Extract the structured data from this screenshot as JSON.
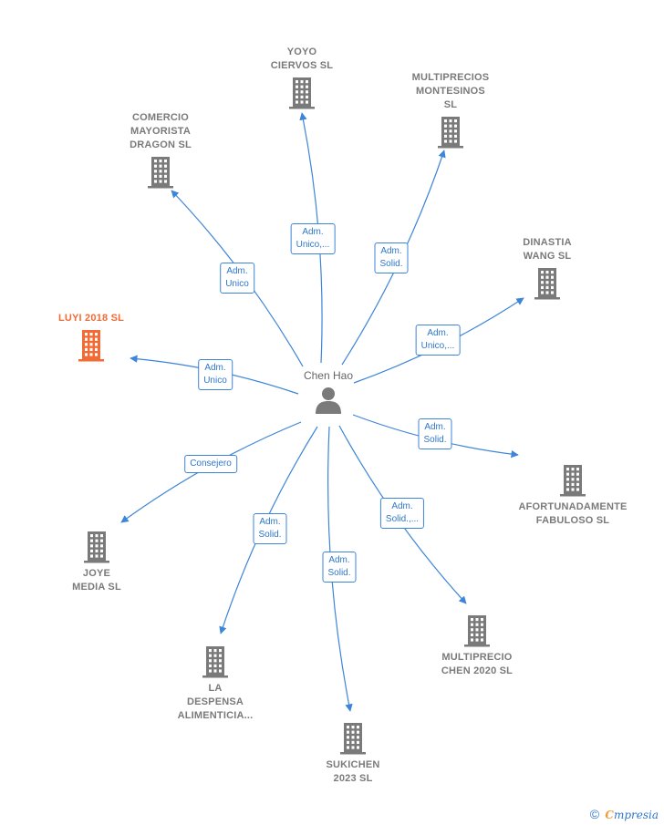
{
  "center": {
    "name": "Chen Hao"
  },
  "companies": [
    {
      "id": "yoyo",
      "name": "YOYO\nCIERVOS  SL",
      "role": "Adm.\nUnico,...",
      "highlight": false
    },
    {
      "id": "montesinos",
      "name": "MULTIPRECIOS\nMONTESINOS\nSL",
      "role": "Adm.\nSolid.",
      "highlight": false
    },
    {
      "id": "comercio",
      "name": "COMERCIO\nMAYORISTA\nDRAGON SL",
      "role": "Adm.\nUnico",
      "highlight": false
    },
    {
      "id": "dinastia",
      "name": "DINASTIA\nWANG SL",
      "role": "Adm.\nUnico,...",
      "highlight": false
    },
    {
      "id": "luyi",
      "name": "LUYI 2018  SL",
      "role": "Adm.\nUnico",
      "highlight": true
    },
    {
      "id": "afortunadamente",
      "name": "AFORTUNADAMENTE\nFABULOSO  SL",
      "role": "Adm.\nSolid.",
      "highlight": false
    },
    {
      "id": "joye",
      "name": "JOYE\nMEDIA  SL",
      "role": "Consejero",
      "highlight": false
    },
    {
      "id": "chen2020",
      "name": "MULTIPRECIO\nCHEN 2020  SL",
      "role": "Adm.\nSolid.,...",
      "highlight": false
    },
    {
      "id": "despensa",
      "name": "LA\nDESPENSA\nALIMENTICIA...",
      "role": "Adm.\nSolid.",
      "highlight": false
    },
    {
      "id": "sukichen",
      "name": "SUKICHEN\n2023  SL",
      "role": "Adm.\nSolid.",
      "highlight": false
    }
  ],
  "footer": {
    "copyright": "©",
    "brand_initial": "C",
    "brand_rest": "mpresia"
  },
  "colors": {
    "edge": "#3d85d8",
    "building": "#7a7a7a",
    "highlight": "#f26b35"
  }
}
